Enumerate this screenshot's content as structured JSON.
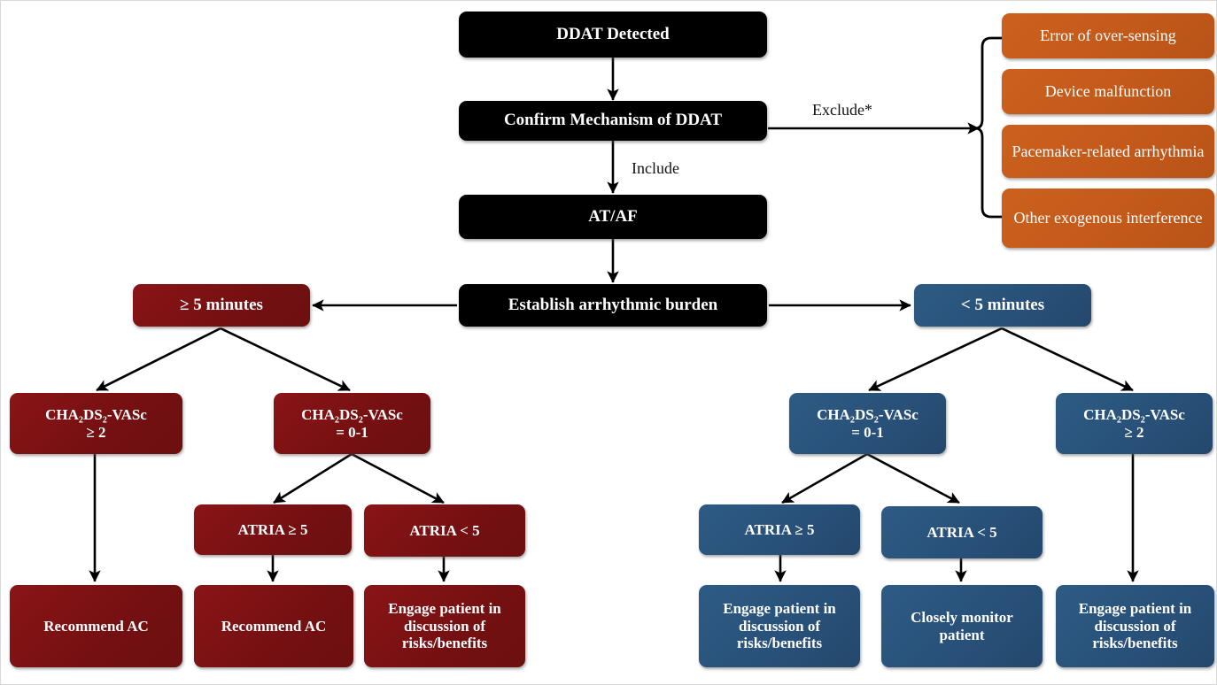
{
  "diagram": {
    "title": "DDAT management flowchart",
    "colors": {
      "black": "#000000",
      "maroon": "#7a1012",
      "blue": "#28527a",
      "orange": "#c2591a",
      "arrow": "#000000",
      "text_on_fill": "#ffffff",
      "page_border": "#d9d9d9"
    },
    "edge_labels": {
      "exclude": "Exclude*",
      "include": "Include"
    },
    "nodes": {
      "ddat_detected": "DDAT Detected",
      "confirm_mechanism": "Confirm Mechanism of DDAT",
      "at_af": "AT/AF",
      "establish_burden": "Establish arrhythmic burden",
      "ge_5_minutes": "≥ 5 minutes",
      "lt_5_minutes": "< 5 minutes",
      "exclusions": [
        "Error of over-sensing",
        "Device malfunction",
        "Pacemaker-related arrhythmia",
        "Other exogenous interference"
      ],
      "left_branch": {
        "cha2ds2_ge2_line1": "CHA₂DS₂-VASc",
        "cha2ds2_ge2_line2": "≥ 2",
        "cha2ds2_01_line1": "CHA₂DS₂-VASc",
        "cha2ds2_01_line2": "= 0-1",
        "atria_ge5": "ATRIA ≥ 5",
        "atria_lt5": "ATRIA < 5",
        "outcome_recommend_ac_1": "Recommend AC",
        "outcome_recommend_ac_2": "Recommend AC",
        "outcome_engage": "Engage patient in discussion of risks/benefits"
      },
      "right_branch": {
        "cha2ds2_01_line1": "CHA₂DS₂-VASc",
        "cha2ds2_01_line2": "= 0-1",
        "cha2ds2_ge2_line1": "CHA₂DS₂-VASc",
        "cha2ds2_ge2_line2": "≥  2",
        "atria_ge5": "ATRIA ≥ 5",
        "atria_lt5": "ATRIA < 5",
        "outcome_engage_1": "Engage patient in discussion of risks/benefits",
        "outcome_monitor": "Closely monitor patient",
        "outcome_engage_2": "Engage patient in discussion of risks/benefits"
      }
    }
  }
}
